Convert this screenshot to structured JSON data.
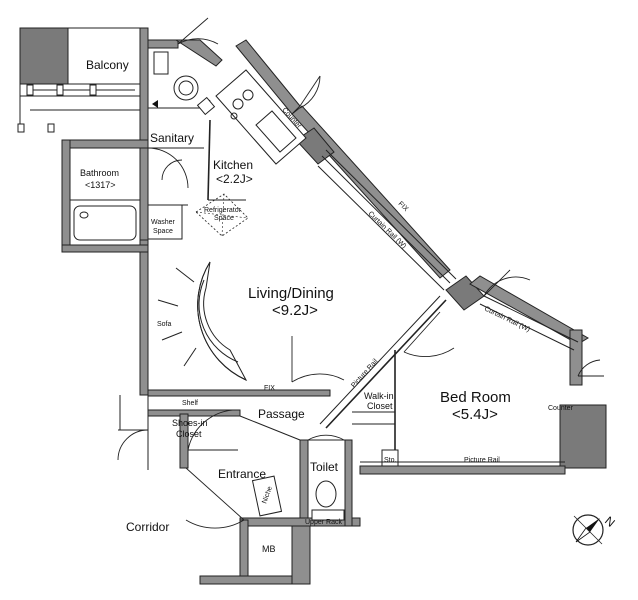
{
  "rooms": {
    "balcony": "Balcony",
    "sanitary": "Sanitary",
    "bathroom": "Bathroom",
    "bathroom_size": "<1317>",
    "washer": "Washer",
    "washer2": "Space",
    "kitchen": "Kitchen",
    "kitchen_size": "<2.2J>",
    "fridge": "Refrigerator",
    "fridge2": "Space",
    "living": "Living/Dining",
    "living_size": "<9.2J>",
    "sofa": "Sofa",
    "shelf": "Shelf",
    "shoes1": "Shoes-in",
    "shoes2": "Closet",
    "entrance": "Entrance",
    "passage": "Passage",
    "toilet": "Toilet",
    "upper_rack": "Upper Rack",
    "niche": "Niche",
    "mb": "MB",
    "corridor": "Corridor",
    "walkin1": "Walk-in",
    "walkin2": "Closet",
    "sto": "Sto.",
    "bedroom": "Bed Room",
    "bedroom_size": "<5.4J>",
    "picture_rail_bottom": "Picture Rail",
    "picture_rail_diag": "Picture Rail",
    "counter_right": "Counter",
    "counter_top": "Counter",
    "curtain_rail_main": "Curtain Rail (W)",
    "curtain_rail_bed": "Curtain Rail (W)",
    "fix_top": "FIX",
    "fix_passage": "FIX"
  },
  "compass": {
    "label": "N"
  }
}
